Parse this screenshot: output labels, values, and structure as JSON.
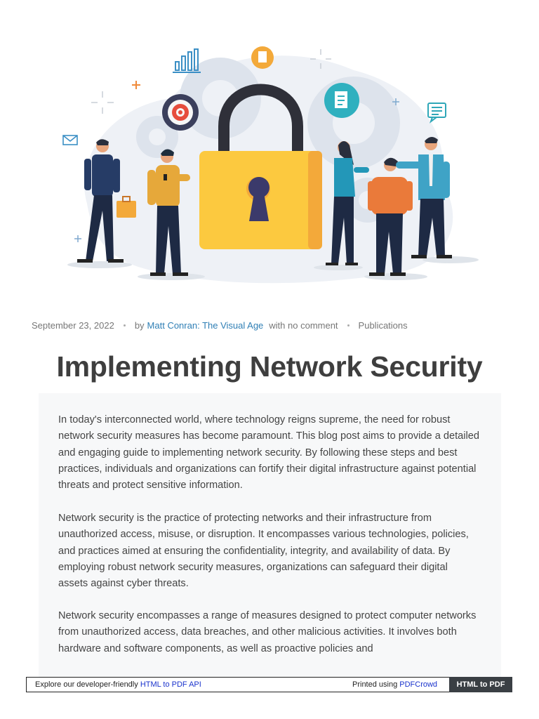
{
  "meta": {
    "date": "September 23, 2022",
    "by_prefix": "by",
    "author": "Matt Conran: The Visual Age",
    "comments": "with no comment",
    "category": "Publications"
  },
  "article": {
    "title": "Implementing Network Security",
    "paragraphs": [
      "In today's interconnected world, where technology reigns supreme, the need for robust network security measures has become paramount. This blog post aims to provide a detailed and engaging guide to implementing network security. By following these steps and best practices, individuals and organizations can fortify their digital infrastructure against potential threats and protect sensitive information.",
      "Network security is the practice of protecting networks and their infrastructure from unauthorized access, misuse, or disruption. It encompasses various technologies, policies, and practices aimed at ensuring the confidentiality, integrity, and availability of data. By employing robust network security measures, organizations can safeguard their digital assets against cyber threats.",
      "Network security encompasses a range of measures designed to protect computer networks from unauthorized access, data breaches, and other malicious activities. It involves both hardware and software components, as well as proactive policies and"
    ]
  },
  "footer": {
    "explore_text": "Explore our developer-friendly ",
    "explore_link": "HTML to PDF API",
    "printed_text": "Printed using ",
    "printed_link": "PDFCrowd",
    "cta": "HTML to PDF"
  },
  "colors": {
    "lock_body": "#fcc93f",
    "lock_side": "#f3a93a",
    "keyhole": "#3b3a6b",
    "shackle": "#2f3039",
    "link": "#2f7fb5",
    "footer_link": "#1a33cc",
    "footer_button": "#3a3f44"
  }
}
